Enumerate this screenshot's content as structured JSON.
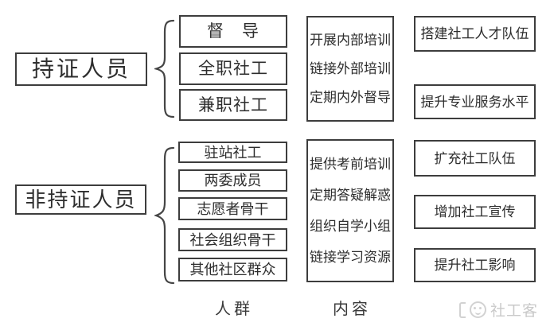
{
  "diagram": {
    "groups": [
      {
        "category": "持证人员",
        "members": [
          "督　导",
          "全职社工",
          "兼职社工"
        ],
        "content": [
          "开展内部培训",
          "链接外部培训",
          "定期内外督导"
        ],
        "outcomes": [
          "搭建社工人才队伍",
          "提升专业服务水平"
        ]
      },
      {
        "category": "非持证人员",
        "members": [
          "驻站社工",
          "两委成员",
          "志愿者骨干",
          "社会组织骨干",
          "其他社区群众"
        ],
        "content": [
          "提供考前培训",
          "定期答疑解惑",
          "组织自学小组",
          "链接学习资源"
        ],
        "outcomes": [
          "扩充社工队伍",
          "增加社工宣传",
          "提升社工影响"
        ]
      }
    ],
    "column_labels": {
      "people": "人群",
      "content": "内容"
    },
    "watermark": "社工客",
    "colors": {
      "border": "#3d3d3d",
      "text": "#2d2d2d",
      "watermark": "#c9c9c9",
      "background": "#ffffff"
    }
  }
}
